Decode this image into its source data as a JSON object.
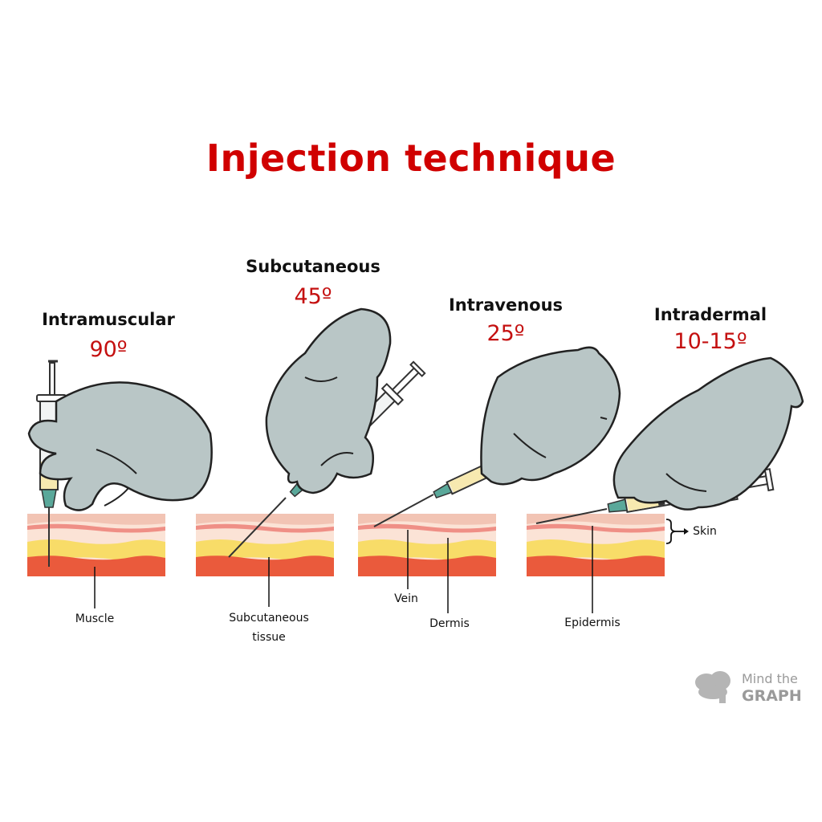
{
  "title": "Injection technique",
  "techniques": [
    {
      "name": "Intramuscular",
      "angle": "90º"
    },
    {
      "name": "Subcutaneous",
      "angle": "45º"
    },
    {
      "name": "Intravenous",
      "angle": "25º"
    },
    {
      "name": "Intradermal",
      "angle": "10-15º"
    }
  ],
  "labels": {
    "muscle": "Muscle",
    "subcutaneous_line1": "Subcutaneous",
    "subcutaneous_line2": "tissue",
    "vein": "Vein",
    "dermis": "Dermis",
    "epidermis": "Epidermis",
    "skin": "Skin"
  },
  "logo": {
    "line1": "Mind the",
    "line2": "GRAPH"
  },
  "colors": {
    "title": "#d00000",
    "angle": "#c41010",
    "glove": "#b9c6c6",
    "epidermis": "#f2c4b4",
    "dermis": "#fbe3d6",
    "fat": "#f8dc68",
    "muscle": "#ea5a3c",
    "needle_hub": "#5aa89a"
  }
}
